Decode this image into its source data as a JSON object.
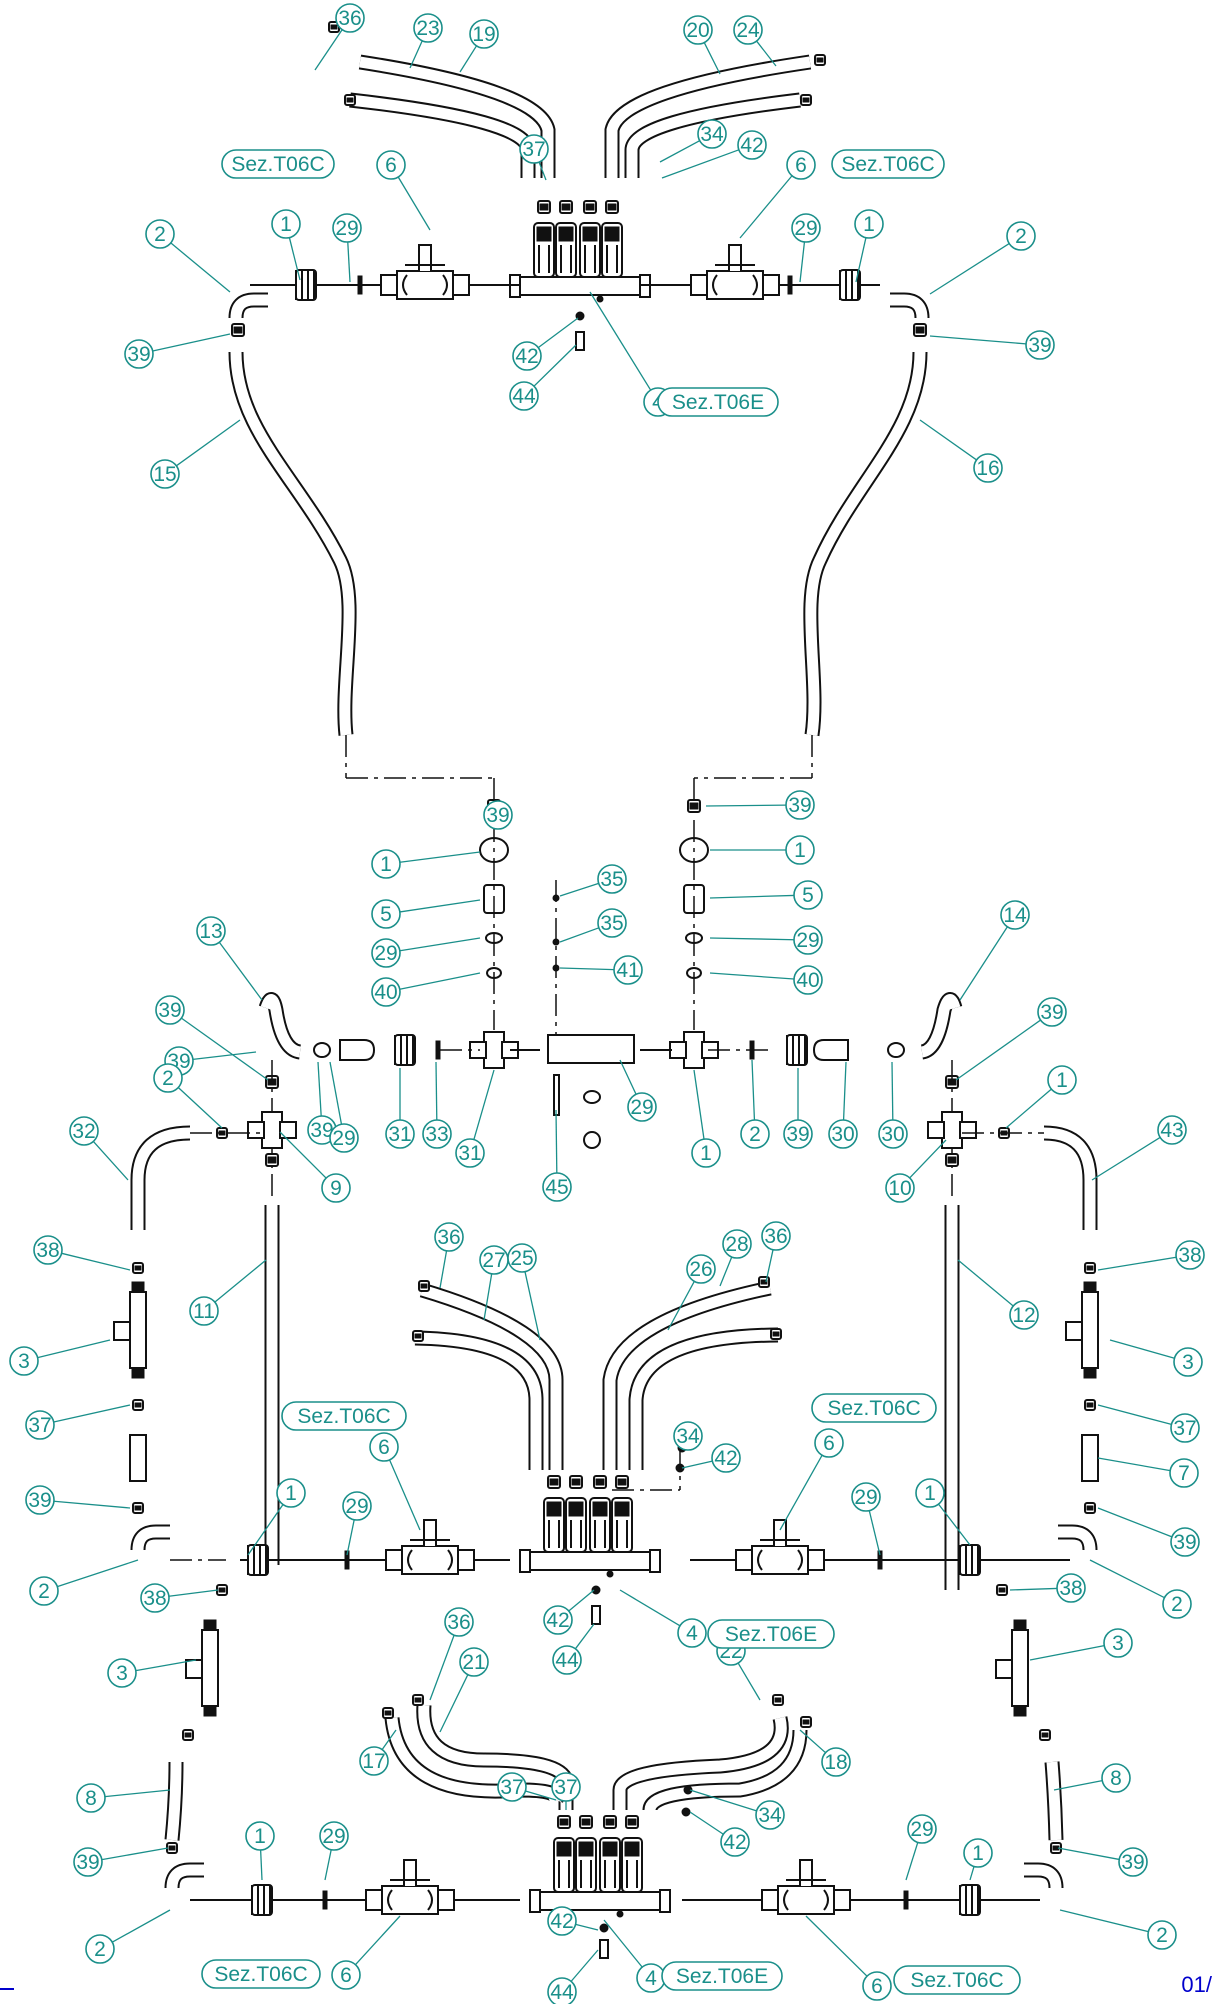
{
  "diagram": {
    "page_label": "01/",
    "ref_texts": {
      "t06c": "Sez.T06C",
      "t06e": "Sez.T06E"
    },
    "colors": {
      "callout": "#1a8f8a",
      "line": "#111111",
      "page_label": "#0000cc"
    },
    "callouts": {
      "top": [
        "36",
        "23",
        "19",
        "20",
        "24",
        "37",
        "34",
        "42",
        "6",
        "6",
        "2",
        "1",
        "29",
        "29",
        "1",
        "2",
        "39",
        "39",
        "42",
        "44",
        "4",
        "15",
        "16"
      ],
      "middle": [
        "39",
        "1",
        "5",
        "29",
        "40",
        "35",
        "35",
        "41",
        "39",
        "1",
        "5",
        "29",
        "40",
        "13",
        "14",
        "39",
        "39",
        "39",
        "39",
        "2",
        "1",
        "29",
        "31",
        "33",
        "31",
        "29",
        "1",
        "2",
        "39",
        "30",
        "30",
        "9",
        "10",
        "32",
        "43",
        "45"
      ],
      "lower": [
        "36",
        "27",
        "25",
        "28",
        "26",
        "36",
        "34",
        "42",
        "6",
        "6",
        "38",
        "38",
        "11",
        "12",
        "3",
        "3",
        "37",
        "37",
        "7",
        "39",
        "39",
        "1",
        "29",
        "29",
        "1",
        "2",
        "2",
        "38",
        "38",
        "42",
        "4",
        "44",
        "3",
        "3"
      ],
      "bottom": [
        "36",
        "21",
        "22",
        "17",
        "18",
        "37",
        "37",
        "34",
        "42",
        "8",
        "8",
        "39",
        "39",
        "1",
        "29",
        "29",
        "1",
        "2",
        "2",
        "42",
        "44",
        "4",
        "6",
        "6"
      ]
    }
  }
}
